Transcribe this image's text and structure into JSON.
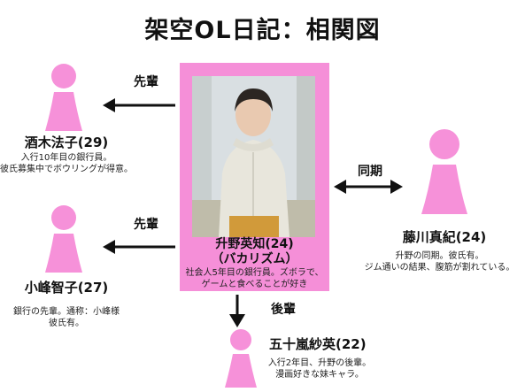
{
  "title": "架空OL日記：相関図",
  "colors": {
    "pink": "#f58fd8",
    "icon_pink": "#f691d9",
    "arrow": "#111111"
  },
  "center": {
    "name_line1": "升野英知(24)",
    "name_line2": "（バカリズム）",
    "desc_line1": "社会人5年目の銀行員。ズボラで、",
    "desc_line2": "ゲームと食べることが好き"
  },
  "people": {
    "sakaki": {
      "name": "酒木法子(29)",
      "desc_line1": "入行10年目の銀行員。",
      "desc_line2": "彼氏募集中でボウリングが得意。",
      "relation": "先輩"
    },
    "komine": {
      "name": "小峰智子(27)",
      "desc_line1": "銀行の先輩。通称：小峰様",
      "desc_line2": "彼氏有。",
      "relation": "先輩"
    },
    "fujikawa": {
      "name": "藤川真紀(24)",
      "desc_line1": "升野の同期。彼氏有。",
      "desc_line2": "ジム通いの結果、腹筋が割れている。",
      "relation": "同期"
    },
    "isoragi": {
      "name": "五十嵐紗英(22)",
      "desc_line1": "入行2年目、升野の後輩。",
      "desc_line2": "漫画好きな妹キャラ。",
      "relation": "後輩"
    }
  },
  "icons": {
    "person": "person-silhouette-icon",
    "photo": "portrait-photo"
  }
}
